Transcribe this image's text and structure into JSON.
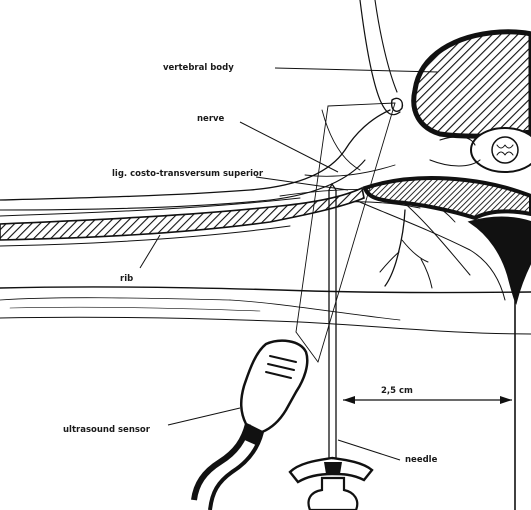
{
  "labels": {
    "vertebral_body": "vertebral body",
    "nerve": "nerve",
    "ligament": "lig. costo-transversum superior",
    "rib": "rib",
    "ultrasound_sensor": "ultrasound sensor",
    "needle": "needle",
    "distance": "2,5 cm"
  }
}
